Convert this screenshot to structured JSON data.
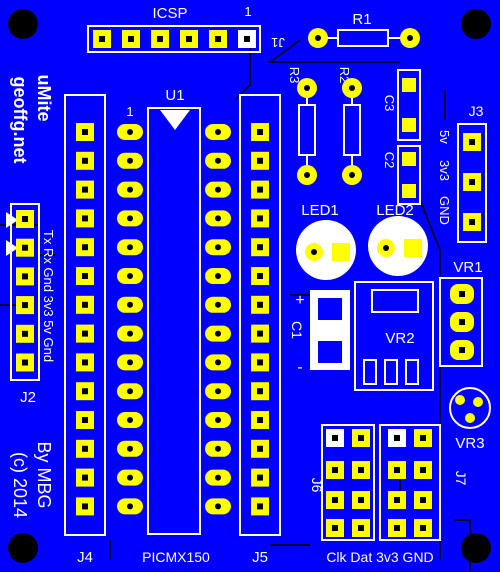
{
  "colors": {
    "board": "#0000ff",
    "silkscreen": "#ffffff",
    "pad": "#ffff00",
    "pad_hole": "#000000",
    "mount_hole": "#000000",
    "trace": "#000033"
  },
  "labels": {
    "icsp": "ICSP",
    "pin1_icsp": "1",
    "j1": "J1",
    "r1": "R1",
    "r2": "R2",
    "r3": "R3",
    "c3": "C3",
    "c2": "C2",
    "c1": "C1",
    "u1": "U1",
    "pin1_u1": "1",
    "j3": "J3",
    "j3_5v": "5v",
    "j3_3v3": "3v3",
    "j3_gnd": "GND",
    "led1": "LED1",
    "led2": "LED2",
    "vr1": "VR1",
    "vr2": "VR2",
    "vr3": "VR3",
    "c1_plus": "+",
    "c1_minus": "-",
    "brand": "uMite",
    "site": "geoffg.net",
    "j2_pins": "Tx Rx Gnd 3v3 5v Gnd",
    "j2": "J2",
    "credit_line1": "By MBG",
    "credit_line2": "(c) 2014",
    "j4": "J4",
    "picmx": "PICMX150",
    "j5": "J5",
    "j6": "J6",
    "j7": "J7",
    "bottom_pins": "Clk Dat 3v3 GND"
  }
}
